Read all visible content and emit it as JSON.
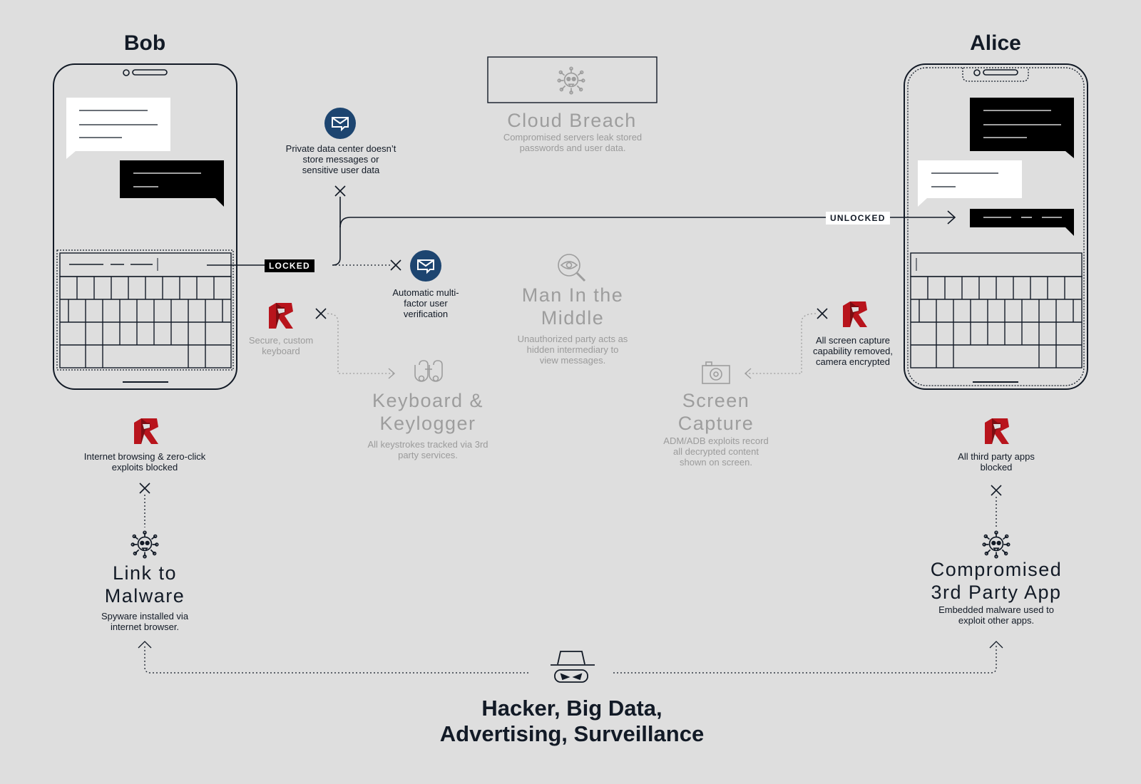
{
  "users": {
    "left": "Bob",
    "right": "Alice"
  },
  "tags": {
    "locked": "LOCKED",
    "unlocked": "UNLOCKED"
  },
  "protections": {
    "private_dc": "Private data center doesn’t store messages or sensitive user data",
    "mfa": "Automatic multi-factor user verification",
    "keyboard": "Secure, custom keyboard",
    "screen": "All screen capture capability removed, camera encrypted",
    "browsing": "Internet browsing & zero-click exploits blocked",
    "third_party": "All third party apps blocked"
  },
  "threats": {
    "cloud": {
      "title": "Cloud Breach",
      "desc": "Compromised servers leak stored passwords and user data."
    },
    "mitm": {
      "title": "Man In the Middle",
      "desc": "Unauthorized party acts as hidden intermediary to view messages."
    },
    "keylogger": {
      "title": "Keyboard & Keylogger",
      "desc": "All keystrokes tracked via 3rd party services."
    },
    "screen": {
      "title": "Screen Capture",
      "desc": "ADM/ADB exploits record all decrypted content shown on screen."
    },
    "malware": {
      "title": "Link to Malware",
      "desc": "Spyware installed via internet browser."
    },
    "third_party": {
      "title": "Compromised 3rd Party App",
      "desc": "Embedded malware used to exploit other apps."
    }
  },
  "adversary": "Hacker, Big Data, Advertising, Surveillance",
  "icons": [
    "phone-icon",
    "chat-bubble-icon",
    "keyboard-icon",
    "skull-virus-icon",
    "eye-magnifier-icon",
    "binoculars-icon",
    "camera-icon",
    "secure-chat-badge-icon",
    "r-logo-icon",
    "hacker-icon",
    "cross-icon",
    "arrow-icon"
  ],
  "colors": {
    "background": "#dedede",
    "ink": "#121a26",
    "muted": "#9d9d9d",
    "brand_red": "#b8141c",
    "badge_blue": "#1d4570"
  }
}
